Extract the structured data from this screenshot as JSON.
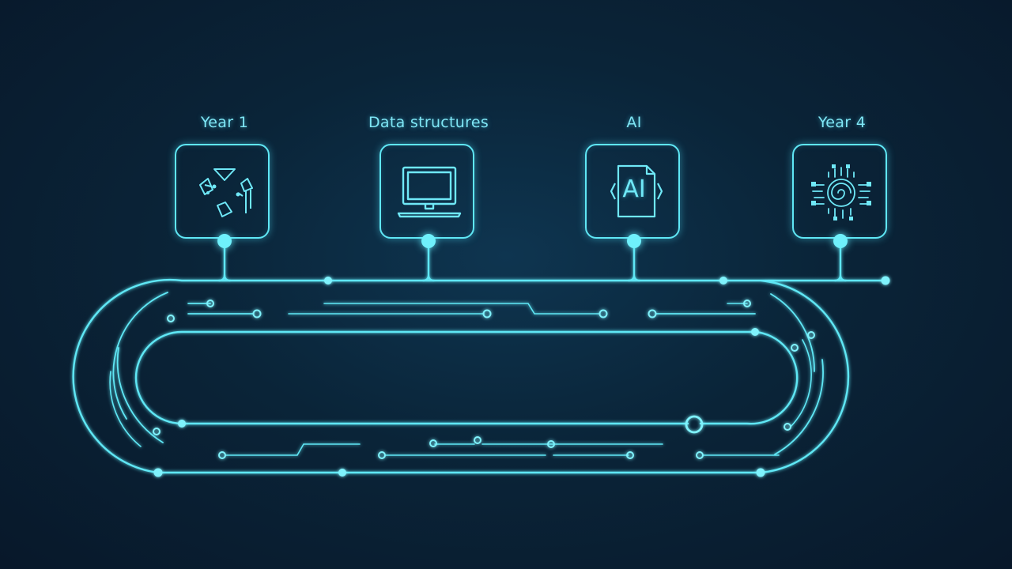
{
  "milestones": [
    {
      "label": "Year 1",
      "icon": "shapes-icon"
    },
    {
      "label": "Data structures",
      "icon": "monitor-icon"
    },
    {
      "label": "AI",
      "icon": "ai-chip-icon",
      "icon_text": "AI"
    },
    {
      "label": "Year 4",
      "icon": "circuit-spiral-icon"
    }
  ],
  "colors": {
    "line": "#5fe7f5",
    "glow": "#6ff0fb",
    "background": "#0a2438"
  }
}
